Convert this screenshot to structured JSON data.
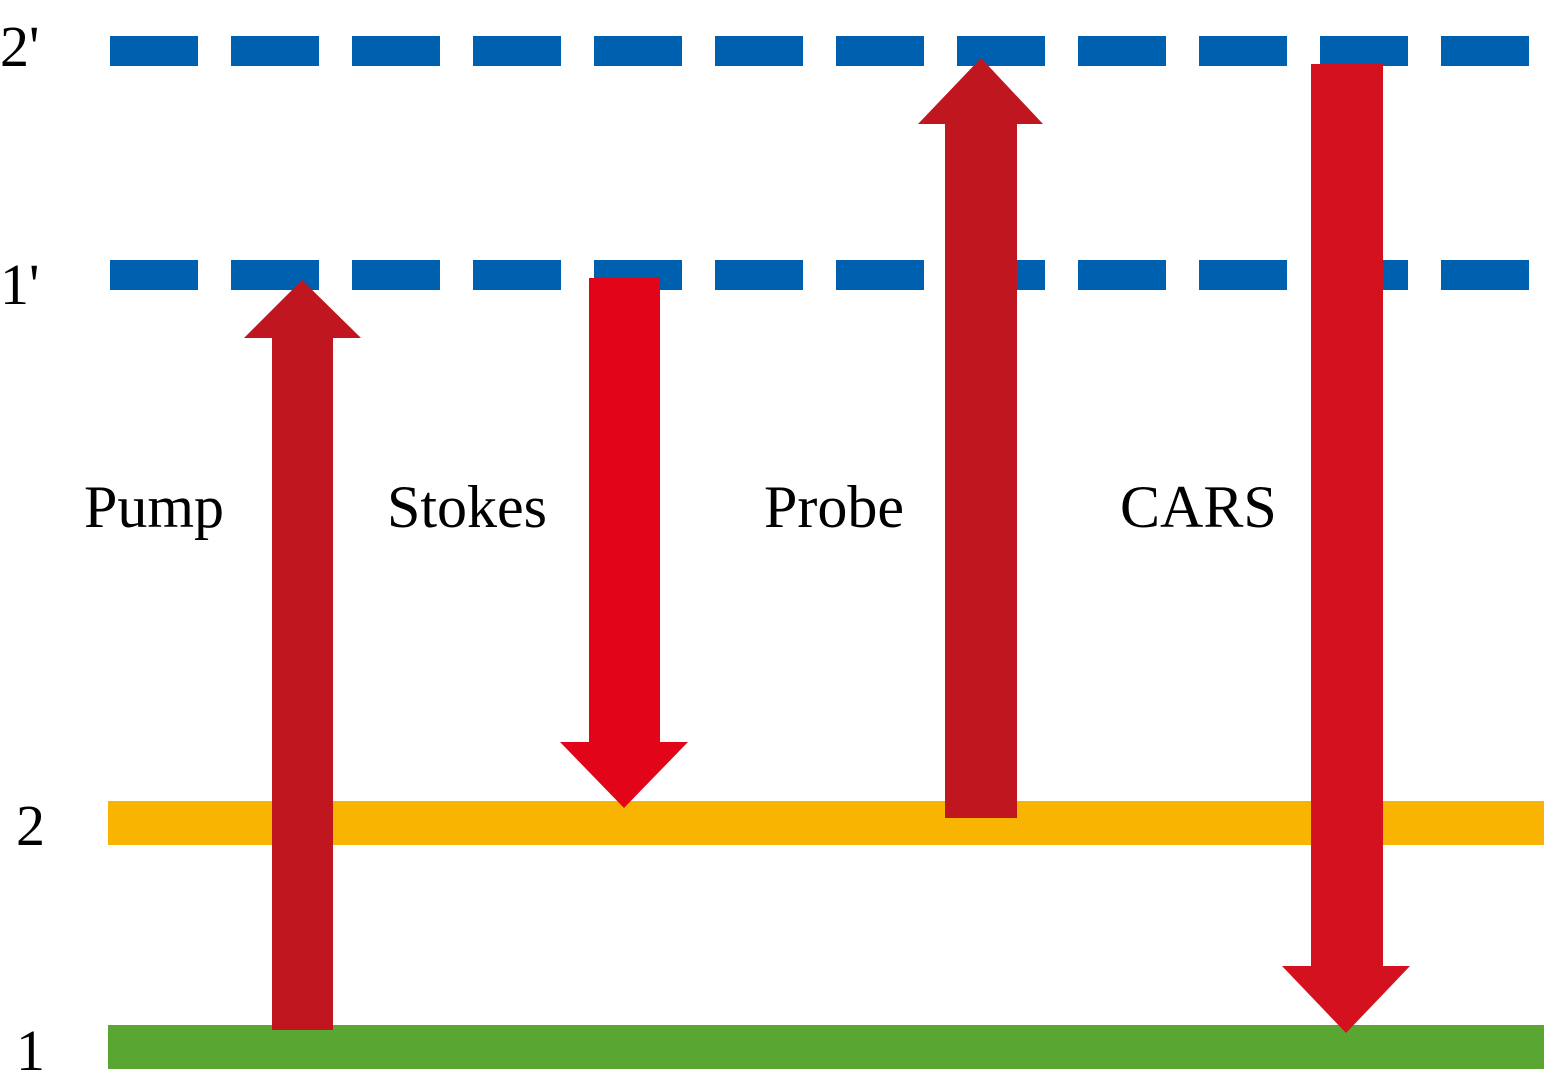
{
  "levels": [
    {
      "id": "level-2-prime",
      "label": "2'",
      "style": "dashed",
      "color": "#0060b0"
    },
    {
      "id": "level-1-prime",
      "label": "1'",
      "style": "dashed",
      "color": "#0060b0"
    },
    {
      "id": "level-2",
      "label": "2",
      "style": "solid",
      "color": "#f8b400"
    },
    {
      "id": "level-1",
      "label": "1",
      "style": "solid",
      "color": "#5aa632"
    }
  ],
  "beams": [
    {
      "id": "pump",
      "label": "Pump",
      "direction": "up",
      "from": "1",
      "to": "1'",
      "color": "#c0161f"
    },
    {
      "id": "stokes",
      "label": "Stokes",
      "direction": "down",
      "from": "1'",
      "to": "2",
      "color": "#e2051a"
    },
    {
      "id": "probe",
      "label": "Probe",
      "direction": "up",
      "from": "2",
      "to": "2'",
      "color": "#c0161f"
    },
    {
      "id": "cars",
      "label": "CARS",
      "direction": "down",
      "from": "2'",
      "to": "1",
      "color": "#d4111e"
    }
  ]
}
